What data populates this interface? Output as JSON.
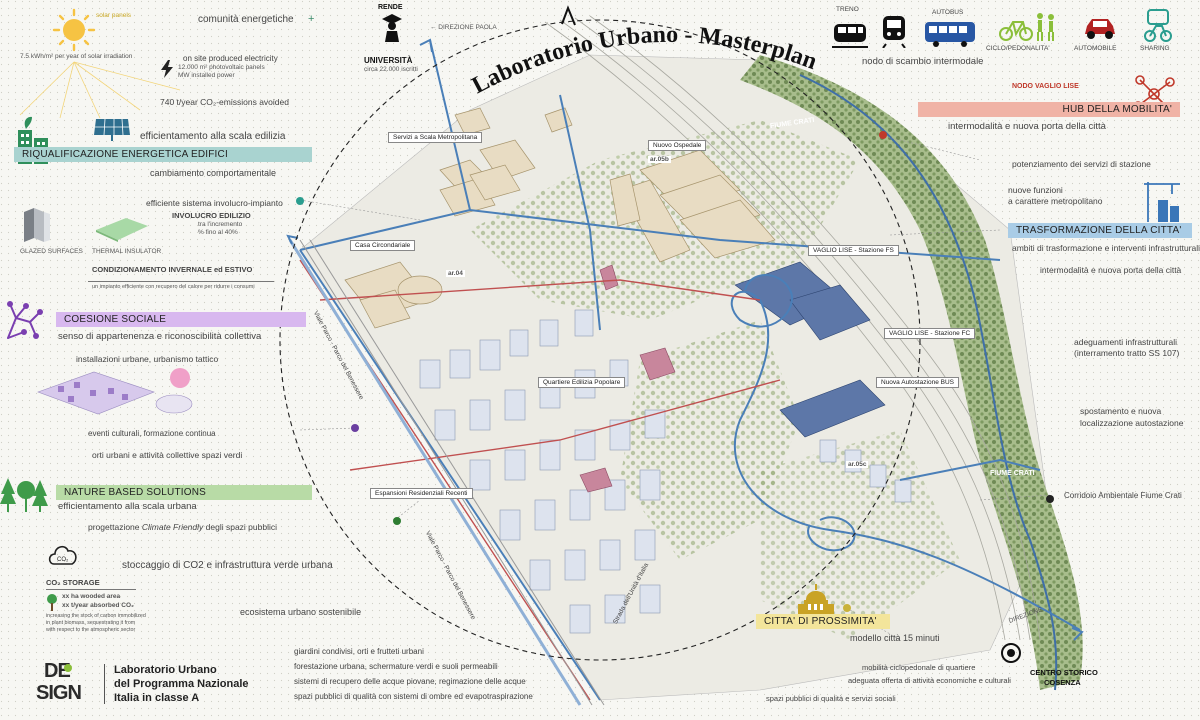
{
  "title": "Laboratorio Urbano - Masterplan",
  "colors": {
    "energy_band": "#a9d3d0",
    "social_band": "#d8b8ef",
    "nature_band": "#b8dba6",
    "mobility_band": "#f0b3a6",
    "transform_band": "#a9cce6",
    "proximity_band": "#f3e59b",
    "river": "#8fa97a",
    "route_blue": "#4a7fb8",
    "route_red": "#c05050",
    "building": "#e8dcc3",
    "housing": "#cdd7e6"
  },
  "energy": {
    "community": "comunità energetiche",
    "solar_label": "solar panels",
    "solar_small": "7.5 kWh/m² per year of solar irradiation",
    "on_site": "on site produced electricity",
    "pv_note1": "12.000 m² photovoltaic panels",
    "pv_note2": "MW installed power",
    "co2_avoided": "740 t/year CO₂-emissions avoided",
    "efficiency_building": "efficientamento alla scala edilizia",
    "band": "RIQUALIFICAZIONE ENERGETICA EDIFICI",
    "behaviour": "cambiamento comportamentale",
    "envelope_system": "efficiente sistema involucro-impianto",
    "envelope": "INVOLUCRO EDILIZIO",
    "envelope_note1": "tra l'incremento",
    "envelope_note2": "% fino al 40%",
    "glazed": "GLAZED SURFACES",
    "thermal": "THERMAL INSULATOR",
    "conditioning": "CONDIZIONAMENTO INVERNALE ed ESTIVO",
    "conditioning_note": "un impianto efficiente con recupero del calore per ridurre i consumi"
  },
  "social": {
    "band": "COESIONE SOCIALE",
    "belonging": "senso di appartenenza e riconoscibilità collettiva",
    "installations": "installazioni urbane, urbanismo tattico",
    "events": "eventi culturali, formazione continua",
    "gardens": "orti urbani e attività collettive spazi verdi"
  },
  "nature": {
    "band": "NATURE BASED SOLUTIONS",
    "efficiency_urban": "efficientamento alla scala urbana",
    "design_prefix": "progettazione ",
    "design_italic": "Climate Friendly",
    "design_suffix": " degli spazi pubblici",
    "storage": "stoccaggio di CO2 e infrastruttura verde urbana",
    "co2_storage": "CO₂ STORAGE",
    "wooded": "xx ha wooded area",
    "absorbed": "xx t/year absorbed CO₂",
    "storage_note1": "increasing the stock of carbon immobilized",
    "storage_note2": "in plant biomass, sequestrating it from",
    "storage_note3": "with respect to the atmospheric sector",
    "ecosystem": "ecosistema urbano sostenibile",
    "bottom1": "giardini condivisi, orti e frutteti urbani",
    "bottom2": "forestazione urbana, schermature verdi e suoli permeabili",
    "bottom3": "sistemi di recupero delle acque piovane, regimazione delle acque",
    "bottom4": "spazi pubblici di qualità con sistemi di ombre ed evapotraspirazione"
  },
  "top": {
    "rende": "RENDE",
    "university": "UNIVERSITÀ",
    "students": "circa 22.000 iscritti",
    "direction_paola": "← DIREZIONE PAOLA"
  },
  "mobility": {
    "modes": [
      {
        "label": "TRENO",
        "icon": "train-icon"
      },
      {
        "label": "",
        "icon": "metro-icon"
      },
      {
        "label": "AUTOBUS",
        "icon": "bus-icon"
      },
      {
        "label": "CICLO/PEDONALITA'",
        "icon": "bike-pedestrian-icon"
      },
      {
        "label": "AUTOMOBILE",
        "icon": "car-icon"
      },
      {
        "label": "SHARING",
        "icon": "sharing-icon"
      }
    ],
    "node": "nodo di scambio intermodale",
    "nodo_vaglio": "NODO VAGLIO LISE",
    "hub_band": "HUB DELLA MOBILITA'",
    "intermodal": "intermodalità e nuova porta della città",
    "potenziamento": "potenziamento  dei servizi di stazione",
    "nuove_funzioni1": "nuove funzioni",
    "nuove_funzioni2": "a carattere metropolitano"
  },
  "transformation": {
    "band": "TRASFORMAZIONE DELLA CITTA'",
    "ambiti": "ambiti di trasformazione e interventi infrastrutturali",
    "intermodal2": "intermodalità e nuova porta della città",
    "adeguamenti1": "adeguamenti infrastrutturali",
    "adeguamenti2": "(interramento tratto SS 107)",
    "spostamento1": "spostamento e nuova",
    "spostamento2": "localizzazione autostazione",
    "corridoio": "Corridoio Ambientale Fiume Crati"
  },
  "proximity": {
    "band": "CITTA' DI PROSSIMITA'",
    "model": "modello città 15 minuti",
    "mobilita": "mobilità ciclopedonale di quartiere",
    "adeguata": "adeguata offerta di attività economiche e culturali",
    "spazi": "spazi pubblici di qualità e servizi sociali"
  },
  "map": {
    "labels": {
      "servizi": "Servizi a Scala Metropolitana",
      "ospedale": "Nuovo Ospedale",
      "casa": "Casa Circondariale",
      "vaglio_fs": "VAGLIO LISE - Stazione FS",
      "vaglio_fc": "VAGLIO LISE - Stazione FC",
      "quartiere": "Quartiere Edilizia Popolare",
      "autostazione": "Nuova Autostazione BUS",
      "espansioni": "Espansioni Residenziali Recenti"
    },
    "codes": {
      "ar05b": "ar.05b",
      "ar04": "ar.04",
      "ar05c": "ar.05c"
    },
    "river1": "FIUME CRATI",
    "river2": "FIUME CRATI",
    "street1": "Viale Parco - Parco del Benessere",
    "street2": "Viale Parco - Parco del Benessere",
    "street3": "Strada dell'Unità d'Italia",
    "direzione": "DIREZIONE"
  },
  "centro": {
    "line1": "CENTRO STORICO",
    "line2": "COSENZA"
  },
  "footer": {
    "logo_top": "DE",
    "logo_bottom": "SIGN",
    "line1": "Laboratorio Urbano",
    "line2": "del Programma Nazionale",
    "line3": "Italia in classe A"
  }
}
